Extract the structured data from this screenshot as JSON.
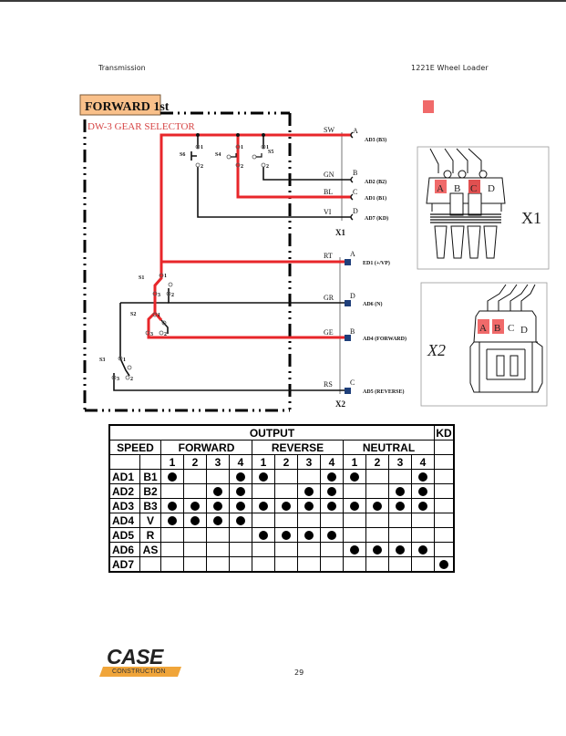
{
  "header": {
    "section": "Transmission",
    "model": "1221E Wheel Loader"
  },
  "diagram": {
    "title": "FORWARD 1st",
    "selector_label": "DW-3 GEAR SELECTOR",
    "colors": {
      "active_wire": "#e8262a",
      "title_bg": "#f9c08a",
      "selector_text": "#d64545",
      "pin_highlight": "#f06a6a",
      "x2_terminal": "#1f3f7a"
    },
    "switches_top": [
      {
        "id": "S6",
        "pins": [
          "1",
          "2"
        ]
      },
      {
        "id": "S4",
        "pins": [
          "1",
          "2"
        ]
      },
      {
        "id": "S5",
        "pins": [
          "1",
          "2"
        ]
      }
    ],
    "switches_bottom": [
      {
        "id": "S1",
        "pins": [
          "1",
          "2",
          "3"
        ]
      },
      {
        "id": "S2",
        "pins": [
          "1",
          "2",
          "3"
        ]
      },
      {
        "id": "S3",
        "pins": [
          "1",
          "2",
          "3"
        ]
      }
    ],
    "x1": {
      "label": "X1",
      "wires": [
        {
          "color_code": "SW",
          "pin": "A",
          "signal": "AD3 (B3)",
          "active": true
        },
        {
          "color_code": "GN",
          "pin": "B",
          "signal": "AD2 (B2)",
          "active": false
        },
        {
          "color_code": "BL",
          "pin": "C",
          "signal": "AD1 (B1)",
          "active": true
        },
        {
          "color_code": "VI",
          "pin": "D",
          "signal": "AD7 (KD)",
          "active": false
        }
      ]
    },
    "x2": {
      "label": "X2",
      "wires": [
        {
          "color_code": "RT",
          "pin": "A",
          "signal": "ED1 (+/VP)",
          "active": true
        },
        {
          "color_code": "GR",
          "pin": "D",
          "signal": "AD6 (N)",
          "active": false
        },
        {
          "color_code": "GE",
          "pin": "B",
          "signal": "AD4 (FORWARD)",
          "active": true
        },
        {
          "color_code": "RS",
          "pin": "C",
          "signal": "AD5 (REVERSE)",
          "active": false
        }
      ]
    },
    "connector_x1": {
      "label": "X1",
      "pins": [
        "A",
        "B",
        "C",
        "D"
      ],
      "highlighted": [
        "A",
        "C"
      ]
    },
    "connector_x2": {
      "label": "X2",
      "pins": [
        "A",
        "B",
        "C",
        "D"
      ],
      "highlighted": [
        "A",
        "B"
      ]
    }
  },
  "table": {
    "output_label": "OUTPUT",
    "kd_label": "KD",
    "speed_label": "SPEED",
    "groups": [
      "FORWARD",
      "REVERSE",
      "NEUTRAL"
    ],
    "gears": [
      "1",
      "2",
      "3",
      "4"
    ],
    "rows": [
      {
        "output": "AD1",
        "code": "B1",
        "forward": [
          1,
          0,
          0,
          1
        ],
        "reverse": [
          1,
          0,
          0,
          1
        ],
        "neutral": [
          1,
          0,
          0,
          1
        ],
        "kd": 0
      },
      {
        "output": "AD2",
        "code": "B2",
        "forward": [
          0,
          0,
          1,
          1
        ],
        "reverse": [
          0,
          0,
          1,
          1
        ],
        "neutral": [
          0,
          0,
          1,
          1
        ],
        "kd": 0
      },
      {
        "output": "AD3",
        "code": "B3",
        "forward": [
          1,
          1,
          1,
          1
        ],
        "reverse": [
          1,
          1,
          1,
          1
        ],
        "neutral": [
          1,
          1,
          1,
          1
        ],
        "kd": 0
      },
      {
        "output": "AD4",
        "code": "V",
        "forward": [
          1,
          1,
          1,
          1
        ],
        "reverse": [
          0,
          0,
          0,
          0
        ],
        "neutral": [
          0,
          0,
          0,
          0
        ],
        "kd": 0
      },
      {
        "output": "AD5",
        "code": "R",
        "forward": [
          0,
          0,
          0,
          0
        ],
        "reverse": [
          1,
          1,
          1,
          1
        ],
        "neutral": [
          0,
          0,
          0,
          0
        ],
        "kd": 0
      },
      {
        "output": "AD6",
        "code": "AS",
        "forward": [
          0,
          0,
          0,
          0
        ],
        "reverse": [
          0,
          0,
          0,
          0
        ],
        "neutral": [
          1,
          1,
          1,
          1
        ],
        "kd": 0
      },
      {
        "output": "AD7",
        "code": "",
        "forward": [
          0,
          0,
          0,
          0
        ],
        "reverse": [
          0,
          0,
          0,
          0
        ],
        "neutral": [
          0,
          0,
          0,
          0
        ],
        "kd": 1
      }
    ]
  },
  "footer": {
    "logo_main": "CASE",
    "logo_sub": "CONSTRUCTION",
    "page_number": "29"
  }
}
